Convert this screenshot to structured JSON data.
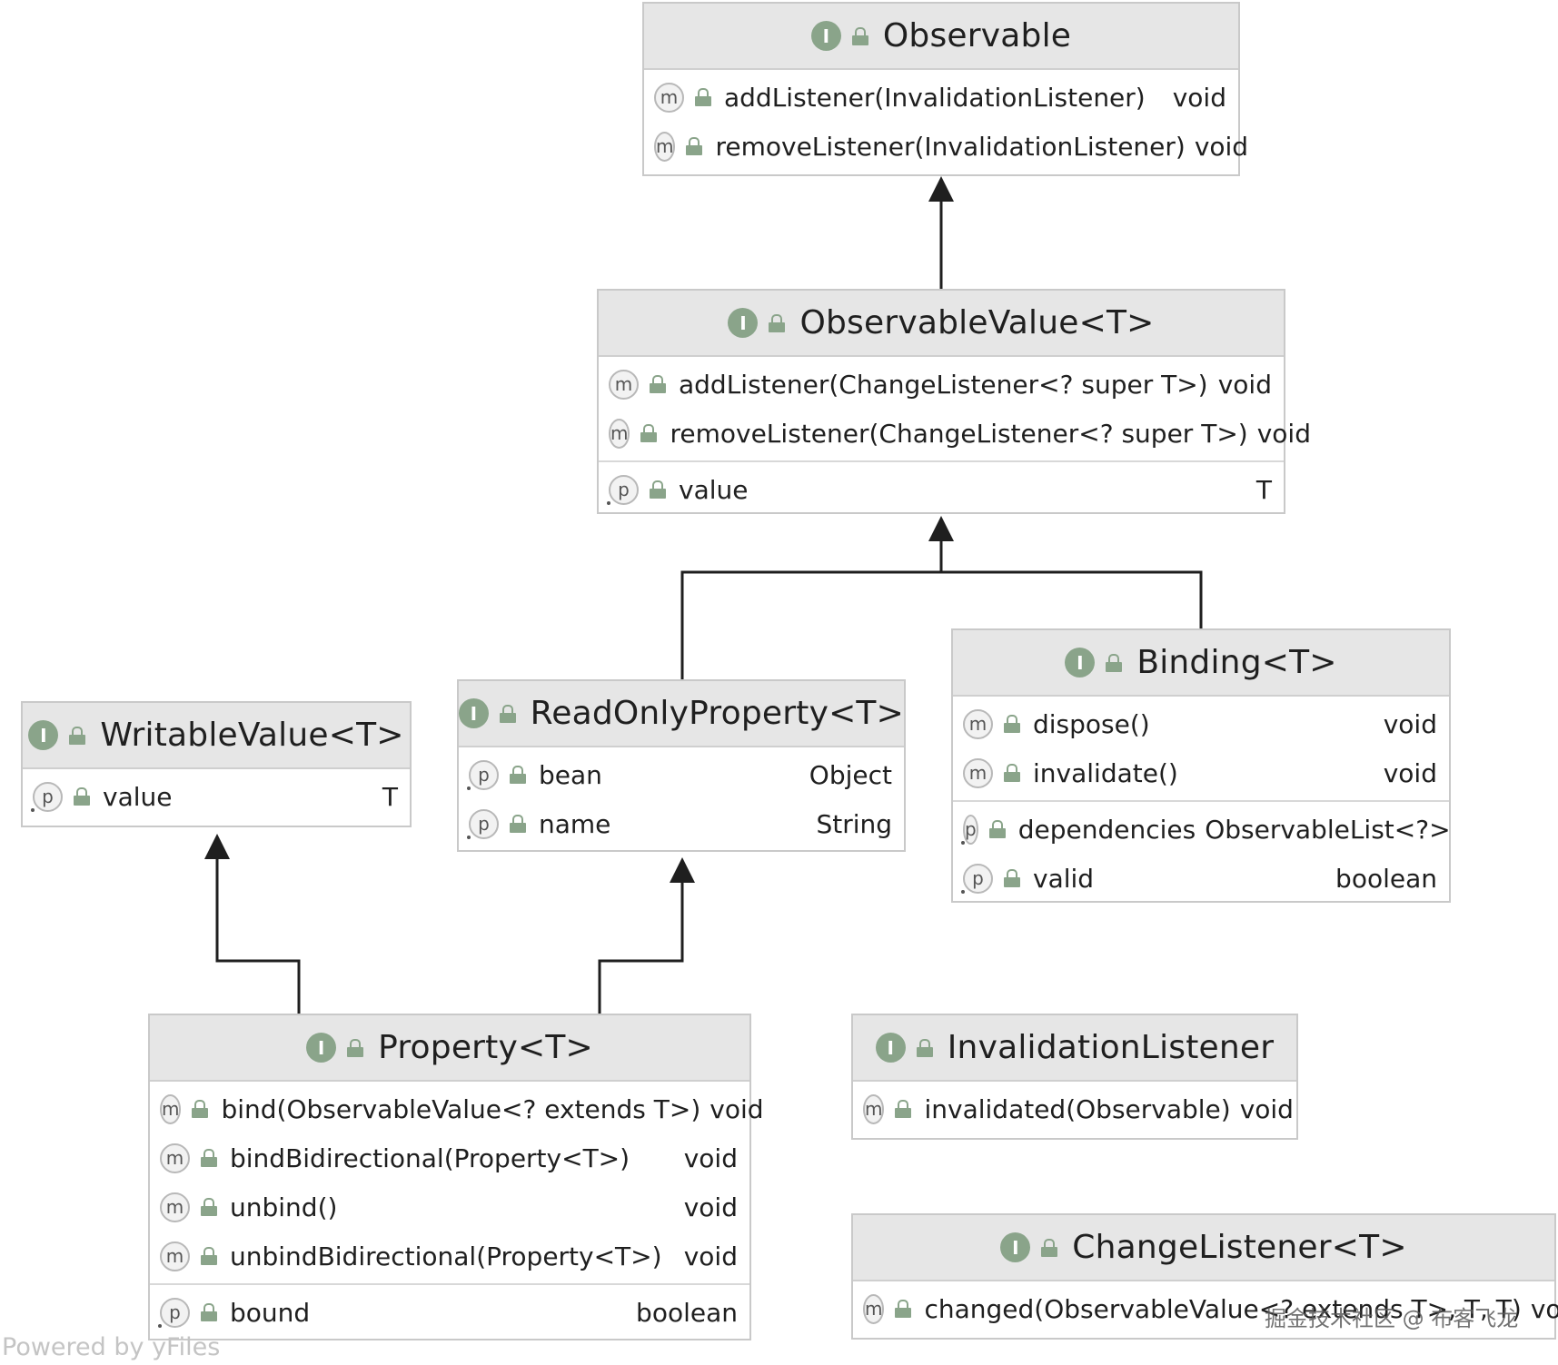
{
  "classes": {
    "observable": {
      "title": "Observable",
      "methods": [
        {
          "name": "addListener(InvalidationListener)",
          "type": "void"
        },
        {
          "name": "removeListener(InvalidationListener)",
          "type": "void"
        }
      ]
    },
    "observable_value": {
      "title": "ObservableValue<T>",
      "methods": [
        {
          "name": "addListener(ChangeListener<? super T>)",
          "type": "void"
        },
        {
          "name": "removeListener(ChangeListener<? super T>)",
          "type": "void"
        }
      ],
      "properties": [
        {
          "name": "value",
          "type": "T"
        }
      ]
    },
    "writable_value": {
      "title": "WritableValue<T>",
      "properties": [
        {
          "name": "value",
          "type": "T"
        }
      ]
    },
    "read_only_property": {
      "title": "ReadOnlyProperty<T>",
      "properties": [
        {
          "name": "bean",
          "type": "Object"
        },
        {
          "name": "name",
          "type": "String"
        }
      ]
    },
    "binding": {
      "title": "Binding<T>",
      "methods": [
        {
          "name": "dispose()",
          "type": "void"
        },
        {
          "name": "invalidate()",
          "type": "void"
        }
      ],
      "properties": [
        {
          "name": "dependencies",
          "type": "ObservableList<?>"
        },
        {
          "name": "valid",
          "type": "boolean"
        }
      ]
    },
    "property": {
      "title": "Property<T>",
      "methods": [
        {
          "name": "bind(ObservableValue<? extends T>)",
          "type": "void"
        },
        {
          "name": "bindBidirectional(Property<T>)",
          "type": "void"
        },
        {
          "name": "unbind()",
          "type": "void"
        },
        {
          "name": "unbindBidirectional(Property<T>)",
          "type": "void"
        }
      ],
      "properties": [
        {
          "name": "bound",
          "type": "boolean"
        }
      ]
    },
    "invalidation_listener": {
      "title": "InvalidationListener",
      "methods": [
        {
          "name": "invalidated(Observable)",
          "type": "void"
        }
      ]
    },
    "change_listener": {
      "title": "ChangeListener<T>",
      "methods": [
        {
          "name": "changed(ObservableValue<? extends T>, T, T)",
          "type": "void"
        }
      ]
    }
  },
  "badges": {
    "interface": "I",
    "method": "m",
    "property": "p"
  },
  "icons": {
    "interface": "interface-icon",
    "method": "method-icon",
    "property": "property-icon",
    "access": "public-lock-icon"
  },
  "colors": {
    "header_bg": "#e6e6e6",
    "badge_green": "#8aa48a",
    "border": "#c9c9c9",
    "edge": "#1f1f1f"
  },
  "footer": "Powered by yFiles",
  "watermark": "掘金技术社区 @ 布客飞龙"
}
